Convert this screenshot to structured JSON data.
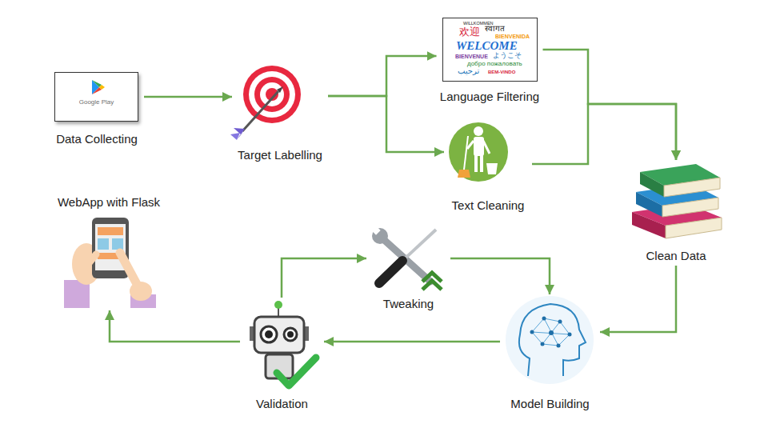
{
  "diagram": {
    "nodes": [
      {
        "text": [
          "Google Play",
          "Data Collecting"
        ]
      },
      {
        "text": [
          "Target Labelling"
        ]
      },
      {
        "text": [
          "WILLKOMMEN",
          "欢迎",
          "स्वागत",
          "BIENVENIDA",
          "WELCOME",
          "BIENVENUE",
          "ようこそ",
          "добро пожаловать",
          "ترحيب",
          "BEM-VINDO",
          "Language Filtering"
        ]
      },
      {
        "text": [
          "Text Cleaning"
        ]
      },
      {
        "text": [
          "Clean Data"
        ]
      },
      {
        "text": [
          "WebApp with Flask"
        ]
      },
      {
        "text": [
          "Tweaking"
        ]
      },
      {
        "text": [
          "Validation"
        ]
      },
      {
        "text": [
          "Model Building"
        ]
      }
    ],
    "edges": [
      {
        "from": 0,
        "to": 1,
        "arrow": "to"
      },
      {
        "from": 1,
        "to": 2,
        "arrow": "to"
      },
      {
        "from": 1,
        "to": 3,
        "arrow": "to"
      },
      {
        "from": 2,
        "to": 4,
        "arrow": "to"
      },
      {
        "from": 3,
        "to": 4,
        "arrow": "to"
      },
      {
        "from": 4,
        "to": 8,
        "arrow": "to"
      },
      {
        "from": 8,
        "to": 7,
        "arrow": "to"
      },
      {
        "from": 7,
        "to": 6,
        "arrow": "to"
      },
      {
        "from": 6,
        "to": 8,
        "arrow": "to"
      },
      {
        "from": 7,
        "to": 5,
        "arrow": "to"
      }
    ]
  }
}
